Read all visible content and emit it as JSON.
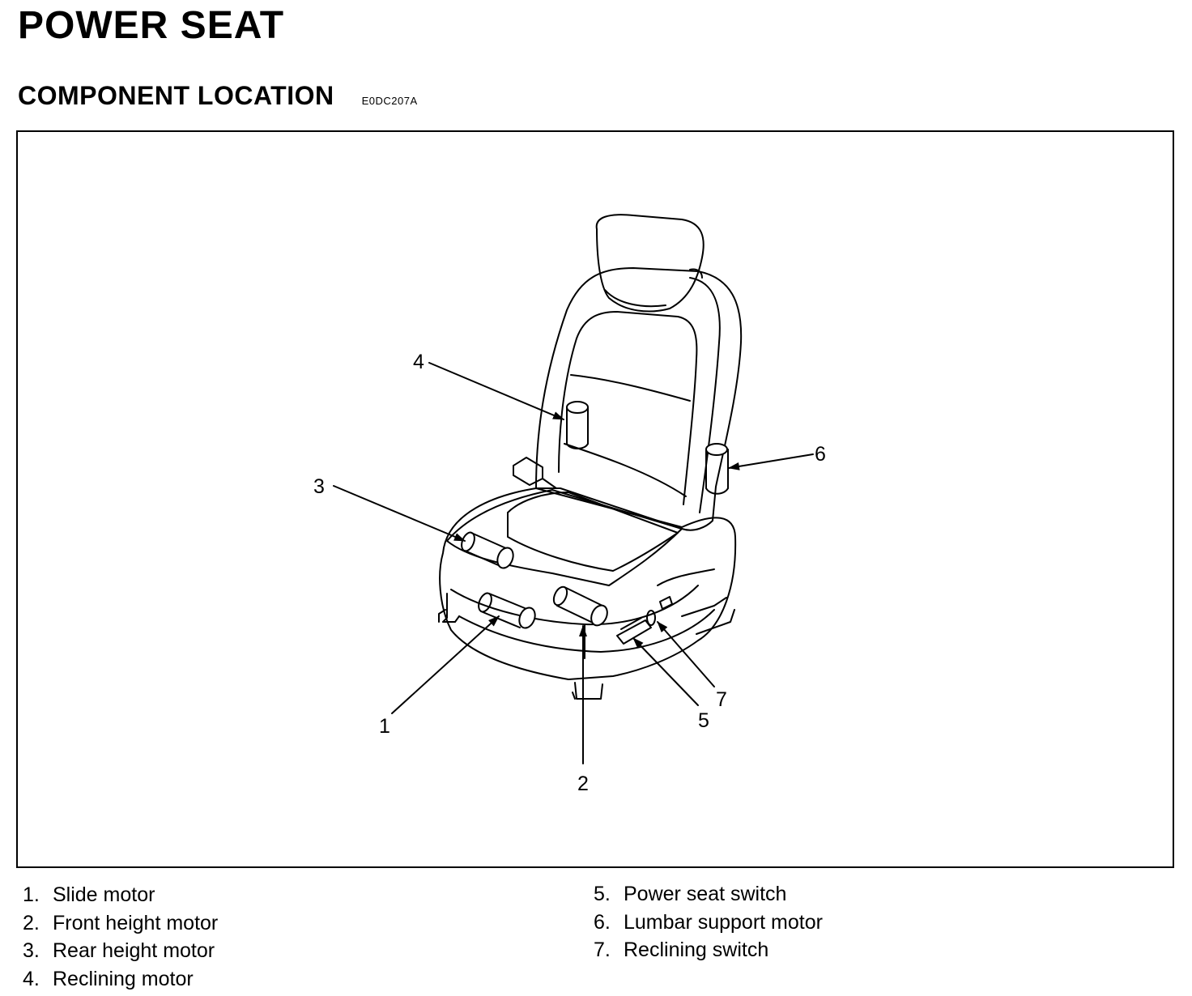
{
  "header": {
    "title": "POWER SEAT",
    "subtitle": "COMPONENT LOCATION",
    "code": "E0DC207A"
  },
  "diagram": {
    "callouts": [
      "1",
      "2",
      "3",
      "4",
      "5",
      "6",
      "7"
    ]
  },
  "legend": {
    "left": [
      {
        "num": "1.",
        "label": "Slide motor"
      },
      {
        "num": "2.",
        "label": "Front height motor"
      },
      {
        "num": "3.",
        "label": "Rear height motor"
      },
      {
        "num": "4.",
        "label": "Reclining motor"
      }
    ],
    "right": [
      {
        "num": "5.",
        "label": "Power seat switch"
      },
      {
        "num": "6.",
        "label": "Lumbar support motor"
      },
      {
        "num": "7.",
        "label": "Reclining switch"
      }
    ]
  }
}
